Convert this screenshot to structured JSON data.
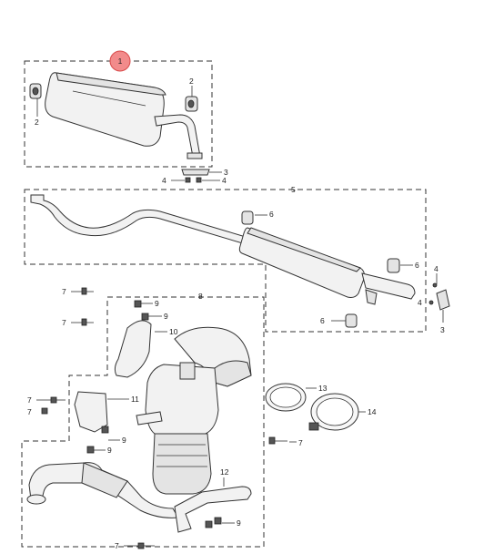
{
  "callouts": {
    "c1": "1",
    "c2a": "2",
    "c2b": "2",
    "c3a": "3",
    "c4a": "4",
    "c4b": "4",
    "c5": "5",
    "c6a": "6",
    "c6b": "6",
    "c6c": "6",
    "c4c": "4",
    "c4d": "4",
    "c3b": "3",
    "c7a": "7",
    "c7b": "7",
    "c7c": "7",
    "c7d": "7",
    "c7e": "7",
    "c7f": "7",
    "c8": "8",
    "c9a": "9",
    "c9b": "9",
    "c9c": "9",
    "c9d": "9",
    "c9e": "9",
    "c10": "10",
    "c11": "11",
    "c12": "12",
    "c13": "13",
    "c14": "14"
  },
  "colors": {
    "highlight_fill": "#f28b8b",
    "highlight_stroke": "#d84a4a",
    "line": "#333333"
  }
}
